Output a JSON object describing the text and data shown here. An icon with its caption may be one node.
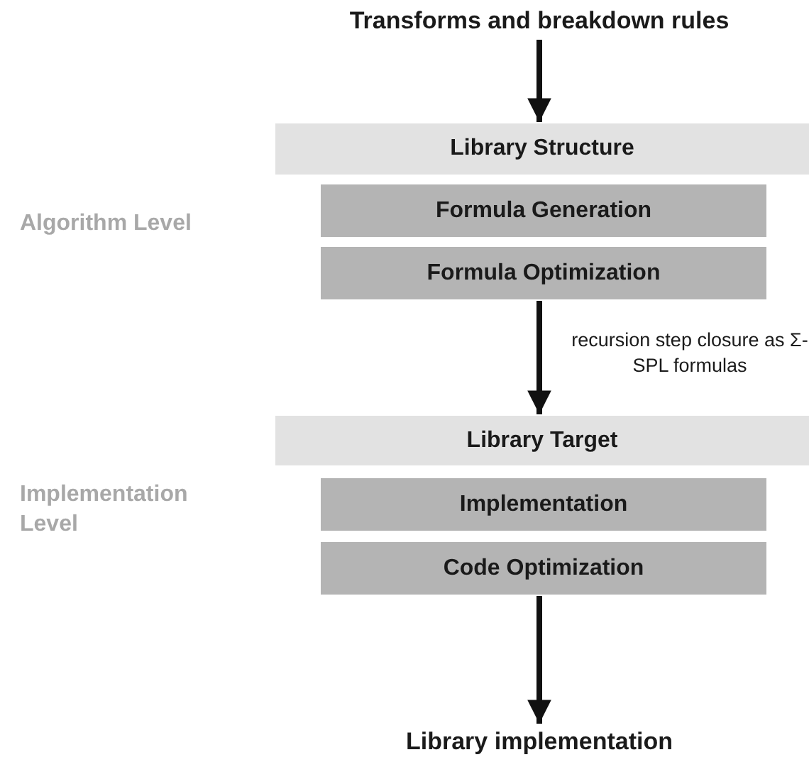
{
  "diagram": {
    "nodes": [
      {
        "text": [
          "Transforms and breakdown rules"
        ]
      },
      {
        "text": [
          "Library Structure"
        ]
      },
      {
        "text": [
          "Formula Generation"
        ]
      },
      {
        "text": [
          "Formula Optimization"
        ]
      },
      {
        "text": [
          "Library Target"
        ]
      },
      {
        "text": [
          "Implementation"
        ]
      },
      {
        "text": [
          "Code Optimization"
        ]
      },
      {
        "text": [
          "Library implementation"
        ]
      }
    ],
    "edges": [
      {
        "from": 0,
        "to": 1,
        "arrow": "to"
      },
      {
        "from": 3,
        "to": 4,
        "arrow": "to",
        "label": "recursion step closure as Σ-SPL formulas"
      },
      {
        "from": 6,
        "to": 7,
        "arrow": "to"
      }
    ],
    "labels": [
      "Algorithm Level",
      "Implementation Level"
    ]
  }
}
